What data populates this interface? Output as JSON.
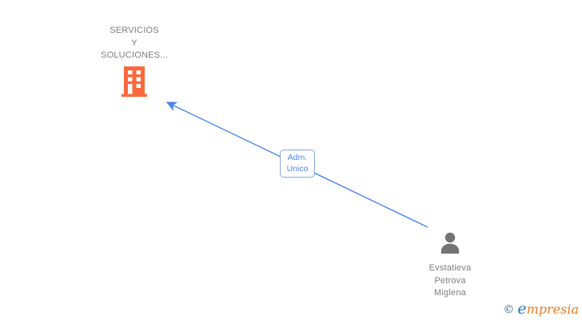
{
  "diagram": {
    "type": "company-relationship-graph",
    "nodes": {
      "company": {
        "label_lines": [
          "SERVICIOS",
          "Y",
          "SOLUCIONES..."
        ],
        "icon": "building-icon",
        "icon_color": "#FA693C",
        "label_color": "#7D7D7D"
      },
      "person": {
        "label_lines": [
          "Evstatieva",
          "Petrova",
          "Miglena"
        ],
        "icon": "person-icon",
        "icon_color": "#747474",
        "label_color": "#7D7D7D"
      }
    },
    "edge": {
      "from": "person",
      "to": "company",
      "label_lines": [
        "Adm.",
        "Unico"
      ],
      "line_color": "#4A86E8",
      "label_border_color": "#7FA8DC",
      "label_text_color": "#4A86E8"
    }
  },
  "watermark": {
    "copyright": "©",
    "brand_prefix": "e",
    "brand_suffix": "mpresia",
    "colors": {
      "copyright": "#336F88",
      "brand_prefix": "#1B75BC",
      "brand_suffix": "#E87A20"
    }
  },
  "canvas": {
    "background": "#FFFFFF"
  }
}
